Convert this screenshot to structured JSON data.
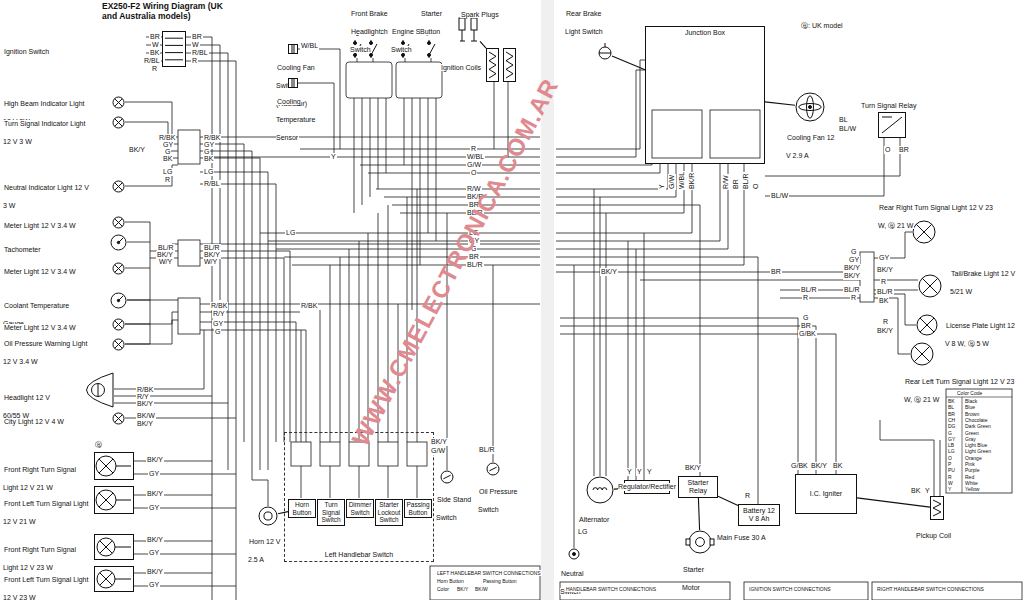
{
  "diagram": {
    "title": "EX250-F2 Wiring Diagram (UK and Australia models)",
    "nodes": [
      {
        "text": [
          "Ignition Switch"
        ]
      },
      {
        "text": [
          "High Beam Indicator Light 12 V 3W"
        ]
      },
      {
        "text": [
          "Turn Signal Indicator Light 12 V 3 W"
        ]
      },
      {
        "text": [
          "Neutral Indicator Light 12 V 3 W"
        ]
      },
      {
        "text": [
          "Meter Light 12 V 3.4 W"
        ]
      },
      {
        "text": [
          "Tachometer"
        ]
      },
      {
        "text": [
          "Meter Light 12 V 3.4 W"
        ]
      },
      {
        "text": [
          "Coolant Temperature Gauge"
        ]
      },
      {
        "text": [
          "Meter Light 12 V 3.4 W"
        ]
      },
      {
        "text": [
          "Oil Pressure Warning Light 12 V 3.4 W"
        ]
      },
      {
        "text": [
          "Headlight 12 V 60/55 W"
        ]
      },
      {
        "text": [
          "City Light 12 V 4 W"
        ]
      },
      {
        "text": [
          "Front Right Turn Signal Light 12 V 21 W"
        ]
      },
      {
        "text": [
          "Front Left Turn Signal Light 12 V 21 W"
        ]
      },
      {
        "text": [
          "Front Right Turn Signal Light 12 V 23 W"
        ]
      },
      {
        "text": [
          "Front Left Turn Signal Light 12 V 23 W"
        ]
      },
      {
        "text": [
          "Horn 12 V 2.5 A"
        ]
      },
      {
        "text": [
          "Left Handlebar Switch"
        ]
      },
      {
        "text": [
          "Horn Button"
        ],
        "in": 17
      },
      {
        "text": [
          "Turn Signal Switch"
        ],
        "in": 17
      },
      {
        "text": [
          "Dimmer Switch"
        ],
        "in": 17
      },
      {
        "text": [
          "Starter Lockout Switch"
        ],
        "in": 17
      },
      {
        "text": [
          "Passing Button"
        ],
        "in": 17
      },
      {
        "text": [
          "Cooling Fan Switch (Radiator)"
        ]
      },
      {
        "text": [
          "Cooling Temperature Sensor"
        ]
      },
      {
        "text": [
          "Front Brake Light Switch"
        ]
      },
      {
        "text": [
          "Headlight Switch"
        ]
      },
      {
        "text": [
          "Engine Stop Switch"
        ]
      },
      {
        "text": [
          "Starter Button"
        ]
      },
      {
        "text": [
          "Spark Plugs"
        ]
      },
      {
        "text": [
          "Ignition Coils"
        ]
      },
      {
        "text": [
          "Side Stand Switch"
        ]
      },
      {
        "text": [
          "Oil Pressure Switch"
        ]
      },
      {
        "text": [
          "Rear Brake Light Switch"
        ]
      },
      {
        "text": [
          "Junction Box"
        ]
      },
      {
        "text": [
          "Cooling Fan 12 V 2.9 A"
        ]
      },
      {
        "text": [
          "Turn Signal Relay"
        ]
      },
      {
        "text": [
          "Rear Right Turn Signal Light 12 V 23 W, Ⓑ 21 W"
        ]
      },
      {
        "text": [
          "Tail/Brake Light 12 V 5/21 W"
        ]
      },
      {
        "text": [
          "License Plate Light 12 V 8 W, Ⓑ 5 W"
        ]
      },
      {
        "text": [
          "Rear Left Turn Signal Light 12 V 23 W, Ⓑ 21 W"
        ]
      },
      {
        "text": [
          "Alternator"
        ]
      },
      {
        "text": [
          "Regulator/Rectifier"
        ]
      },
      {
        "text": [
          "Starter Relay"
        ]
      },
      {
        "text": [
          "Battery 12 V 8 Ah"
        ]
      },
      {
        "text": [
          "Starter Motor"
        ]
      },
      {
        "text": [
          "I.C. Igniter"
        ]
      },
      {
        "text": [
          "Pickup Coil"
        ]
      },
      {
        "text": [
          "Neutral Switch"
        ]
      }
    ],
    "edges": [
      {
        "from": 41,
        "to": 42,
        "arrow": "none"
      },
      {
        "from": 44,
        "to": 43,
        "arrow": "none"
      },
      {
        "from": 43,
        "to": 45,
        "arrow": "none"
      },
      {
        "from": 47,
        "to": 46,
        "arrow": "none"
      },
      {
        "from": 30,
        "to": 29,
        "arrow": "none"
      },
      {
        "from": 16,
        "to": 18,
        "arrow": "none"
      },
      {
        "from": 33,
        "to": 34,
        "arrow": "none"
      },
      {
        "from": 35,
        "to": 34,
        "arrow": "none"
      }
    ],
    "labels": [
      "Ⓑ",
      "BR",
      "W",
      "BK",
      "R/BL",
      "R",
      "BR",
      "W",
      "R/BL",
      "R",
      "W/BL",
      "R/BK",
      "GY",
      "G",
      "BK",
      "R/BK",
      "GY",
      "G",
      "BK",
      "LG",
      "R",
      "LG",
      "R/BL",
      "BK/Y",
      "BL/R",
      "BK/Y",
      "W/Y",
      "BL/R",
      "BK/Y",
      "W/Y",
      "LG",
      "R/BK",
      "R/Y",
      "R/BK",
      "GY",
      "G",
      "R/BK",
      "R/Y",
      "BK/Y",
      "BK/W",
      "BK/Y",
      "BK/Y",
      "GY",
      "BK/Y",
      "GY",
      "BK/Y",
      "GY",
      "BK/Y",
      "GY",
      "Y",
      "R",
      "W/BL",
      "G/W",
      "O",
      "R/W",
      "BK/R",
      "BR",
      "BL/R",
      "LG",
      "GY",
      "G",
      "BR",
      "BL/R",
      "BK/Y",
      "G/W",
      "BL/R",
      "Ⓑ: UK model",
      "BL/W",
      "BL",
      "BL/W",
      "O",
      "BR",
      "BK/Y",
      "BR",
      "BL/R",
      "R",
      "G",
      "BR",
      "G/BK",
      "G",
      "GY",
      "BK/Y",
      "BK/Y",
      "BL/R",
      "R",
      "GY",
      "BK/Y",
      "R",
      "BL/R",
      "BK",
      "R",
      "BK/Y",
      "Y",
      "G/W",
      "W/BL",
      "BK/R",
      "R/W",
      "BR",
      "BL/R",
      "O",
      "G/BK",
      "BK/Y",
      "BK",
      "Y",
      "BK",
      "Y",
      "Y",
      "Y",
      "BK/Y",
      "R",
      "LG",
      "Main Fuse 30 A",
      "LEFT HANDLEBAR SWITCH CONNECTIONS",
      "Horn Button",
      "Passing Button",
      "Color",
      "BK/Y",
      "BK/W",
      "HANDLEBAR SWITCH CONNECTIONS",
      "IGNITION SWITCH CONNECTIONS",
      "RIGHT HANDLEBAR SWITCH CONNECTIONS",
      "WWW.CMELECTRONICA.COM.AR",
      "Color Code",
      "BK",
      "Black",
      "BL",
      "Blue",
      "BR",
      "Brown",
      "CH",
      "Chocolate",
      "DG",
      "Dark Green",
      "G",
      "Green",
      "GY",
      "Gray",
      "LB",
      "Light Blue",
      "LG",
      "Light Green",
      "O",
      "Orange",
      "P",
      "Pink",
      "PU",
      "Purple",
      "R",
      "Red",
      "W",
      "White",
      "Y",
      "Yellow"
    ]
  }
}
